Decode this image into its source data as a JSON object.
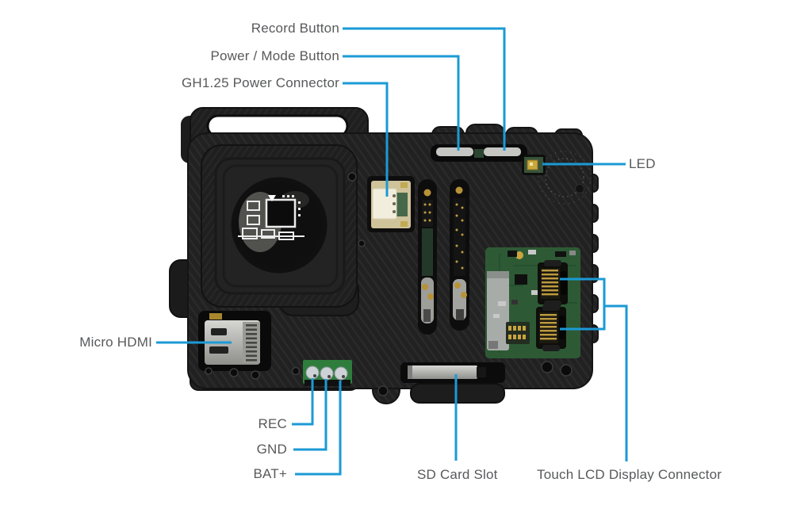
{
  "figure": {
    "type": "annotated-product-diagram",
    "subject": "naked action camera board in 3D-printed frame, rear view with labeled components"
  },
  "labels": {
    "record_button": "Record Button",
    "power_mode_button": "Power / Mode Button",
    "gh_power_connector": "GH1.25 Power Connector",
    "led": "LED",
    "micro_hdmi": "Micro HDMI",
    "rec": "REC",
    "gnd": "GND",
    "bat": "BAT+",
    "sd_card_slot": "SD Card Slot",
    "touch_lcd_connector": "Touch LCD Display Connector"
  },
  "colors": {
    "background": "#ffffff",
    "callout_line": "#1b9ad6",
    "label_text": "#58595b",
    "case_black": "#212121",
    "pcb_green": "#2d5a35",
    "connector_cream": "#cfc39a",
    "metal_silver": "#c0c0be",
    "gold": "#c9a53f"
  }
}
